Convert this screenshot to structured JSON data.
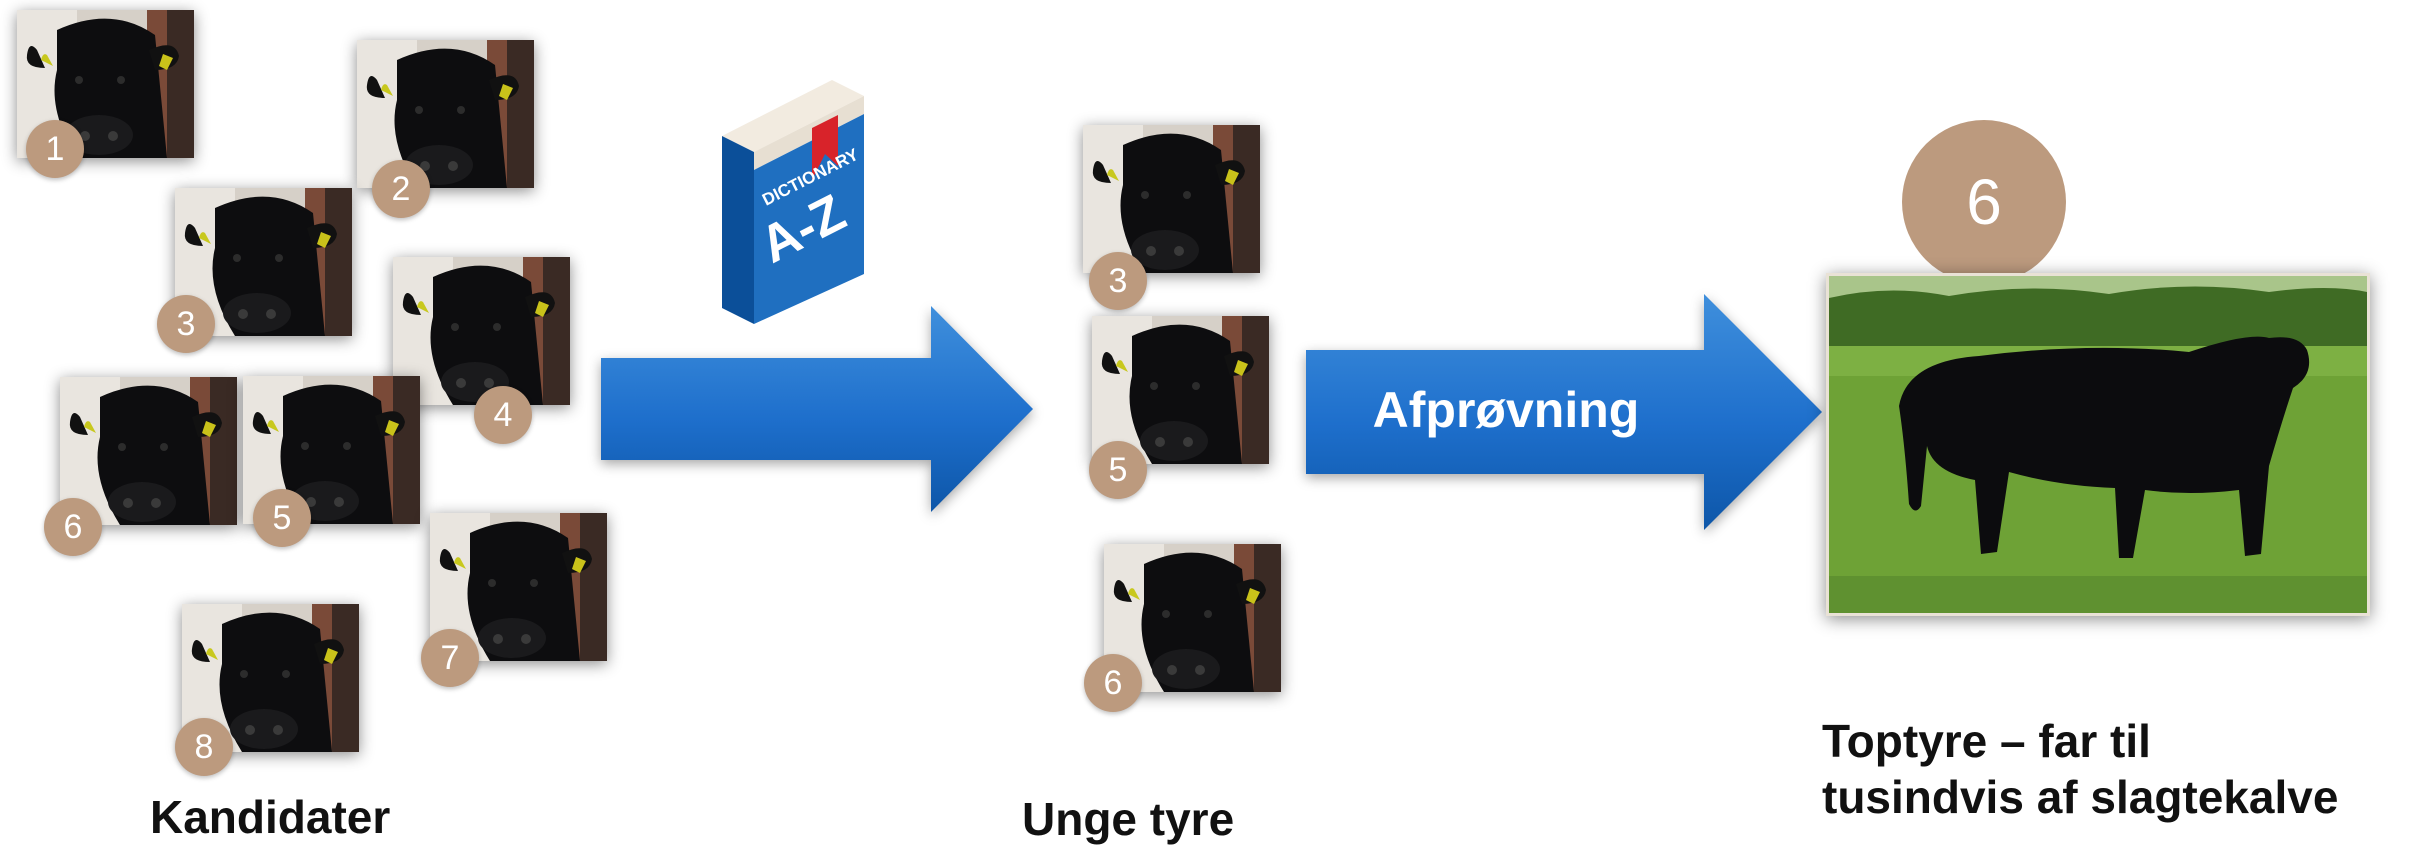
{
  "candidates": {
    "caption": "Kandidater",
    "items": [
      {
        "number": "1"
      },
      {
        "number": "2"
      },
      {
        "number": "3"
      },
      {
        "number": "4"
      },
      {
        "number": "5"
      },
      {
        "number": "6"
      },
      {
        "number": "7"
      },
      {
        "number": "8"
      }
    ]
  },
  "dictionary": {
    "line1": "DICTIONARY",
    "line2": "A-Z"
  },
  "young_bulls": {
    "caption": "Unge tyre",
    "items": [
      {
        "number": "3"
      },
      {
        "number": "5"
      },
      {
        "number": "6"
      }
    ]
  },
  "testing_arrow": {
    "label": "Afprøvning"
  },
  "top_bull": {
    "number": "6",
    "caption_line1": "Toptyre – far til",
    "caption_line2": "tusindvis af slagtekalve"
  },
  "colors": {
    "badge": "#bc9a7e",
    "arrow_light": "#3f8fdc",
    "arrow_dark": "#0d56a8",
    "book_blue": "#1f6fc0",
    "bookmark_red": "#d8232a",
    "grass": "#6ea236"
  }
}
